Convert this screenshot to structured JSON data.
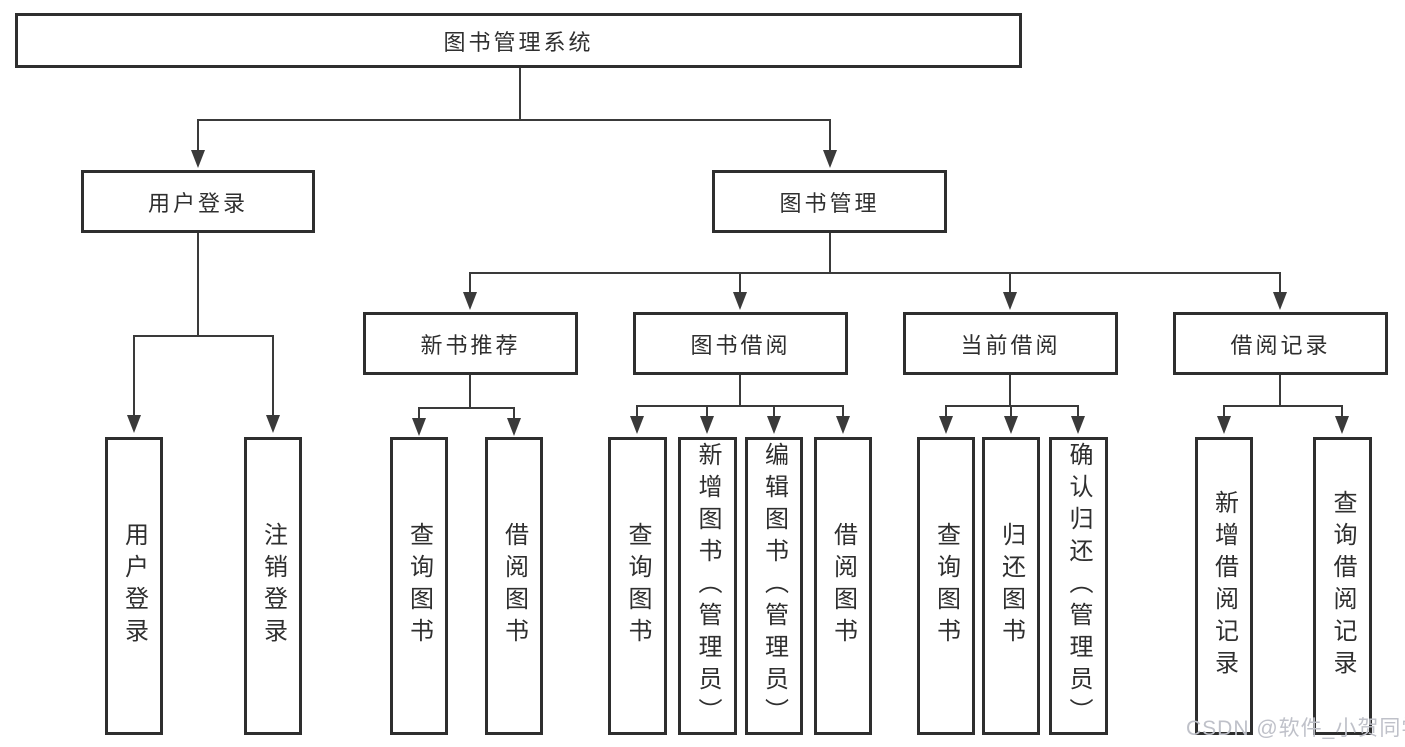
{
  "diagram": {
    "type": "hierarchy-tree",
    "root": {
      "label": "图书管理系统"
    },
    "branches": [
      {
        "label": "用户登录",
        "children": [
          {
            "label": "用户登录"
          },
          {
            "label": "注销登录"
          }
        ]
      },
      {
        "label": "图书管理",
        "children": [
          {
            "label": "新书推荐",
            "children": [
              {
                "label": "查询图书"
              },
              {
                "label": "借阅图书"
              }
            ]
          },
          {
            "label": "图书借阅",
            "children": [
              {
                "label": "查询图书"
              },
              {
                "label": "新增图书（管理员）"
              },
              {
                "label": "编辑图书（管理员）"
              },
              {
                "label": "借阅图书"
              }
            ]
          },
          {
            "label": "当前借阅",
            "children": [
              {
                "label": "查询图书"
              },
              {
                "label": "归还图书"
              },
              {
                "label": "确认归还（管理员）"
              }
            ]
          },
          {
            "label": "借阅记录",
            "children": [
              {
                "label": "新增借阅记录"
              },
              {
                "label": "查询借阅记录"
              }
            ]
          }
        ]
      }
    ],
    "colors": {
      "line": "#3a3a3a",
      "node_border": "#2e2e2e",
      "node_fill": "#ffffff",
      "text": "#2f2f2f"
    }
  },
  "watermark": {
    "text": "CSDN @软件_小贺同学",
    "color": "#bfc1c9"
  }
}
